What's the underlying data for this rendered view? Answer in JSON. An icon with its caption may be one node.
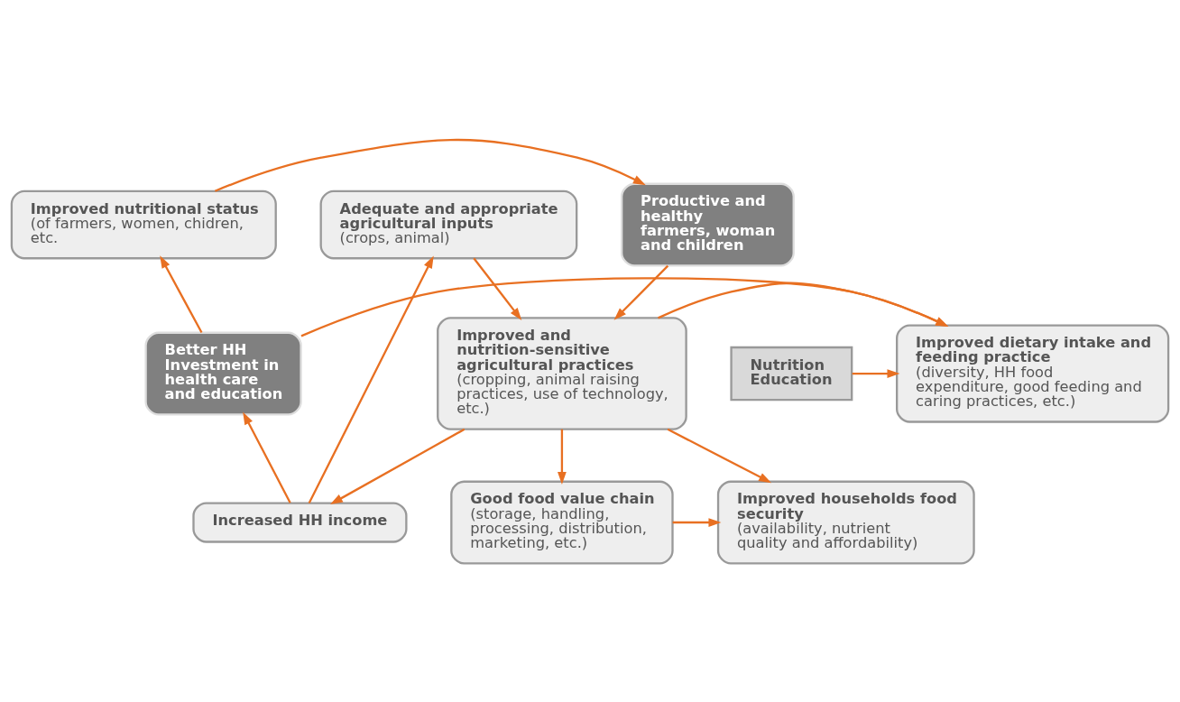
{
  "diagram": {
    "nodes": [
      {
        "text": [
          "Adequate and appropriate agricultural inputs",
          "(crops, animal)"
        ]
      },
      {
        "text": [
          "Productive and healthy farmers, woman and children"
        ]
      },
      {
        "text": [
          "Improved nutritional status",
          "(of farmers, women, chidren, etc."
        ]
      },
      {
        "text": [
          "Improved and nutrition-sensitive agricultural practices",
          "(cropping, animal raising practices, use of technology, etc.)"
        ]
      },
      {
        "text": [
          "Nutrition Education"
        ]
      },
      {
        "text": [
          "Improved dietary intake and feeding practice",
          "(diversity, HH food expenditure, good feeding and caring practices, etc.)"
        ]
      },
      {
        "text": [
          "Better HH Investment in health care and education"
        ]
      },
      {
        "text": [
          "Good food value chain",
          "(storage, handling, processing, distribution, marketing, etc.)"
        ]
      },
      {
        "text": [
          "Improved households food security",
          "(availability, nutrient quality and affordability)"
        ]
      },
      {
        "text": [
          "Increased HH income"
        ]
      }
    ],
    "edges": [
      {
        "from": 0,
        "to": 3,
        "arrow": "to"
      },
      {
        "from": 1,
        "to": 3,
        "arrow": "to"
      },
      {
        "from": 2,
        "to": 1,
        "arrow": "to"
      },
      {
        "from": 3,
        "to": 5,
        "arrow": "to"
      },
      {
        "from": 4,
        "to": 5,
        "arrow": "to"
      },
      {
        "from": 3,
        "to": 7,
        "arrow": "to"
      },
      {
        "from": 3,
        "to": 8,
        "arrow": "to"
      },
      {
        "from": 7,
        "to": 8,
        "arrow": "to"
      },
      {
        "from": 3,
        "to": 9,
        "arrow": "to"
      },
      {
        "from": 9,
        "to": 0,
        "arrow": "to"
      },
      {
        "from": 9,
        "to": 6,
        "arrow": "to"
      },
      {
        "from": 6,
        "to": 5,
        "arrow": "to"
      },
      {
        "from": 6,
        "to": 2,
        "arrow": "to"
      }
    ]
  }
}
